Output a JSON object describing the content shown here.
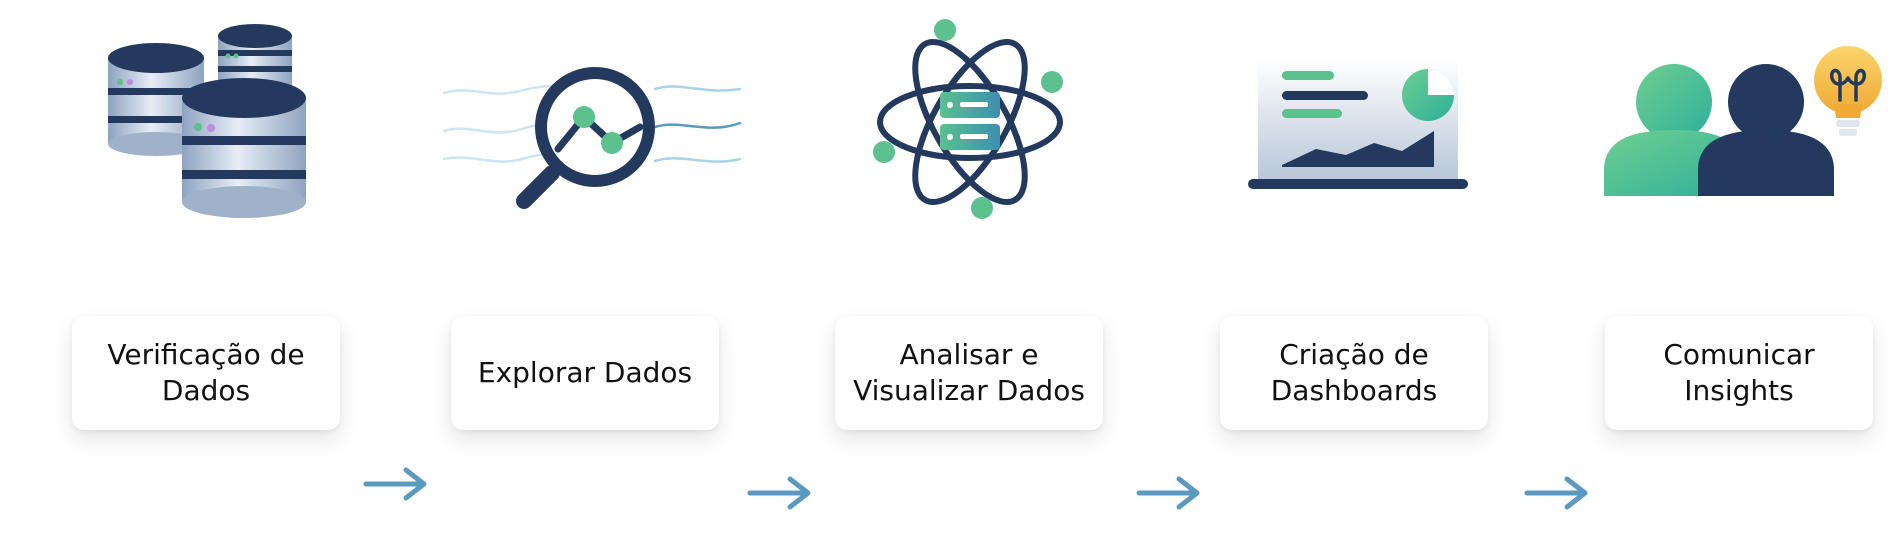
{
  "steps": [
    {
      "label": "Verificação de\nDados",
      "icon": "database-stack-icon"
    },
    {
      "label": "Explorar Dados",
      "icon": "magnifier-data-icon"
    },
    {
      "label": "Analisar e\nVisualizar Dados",
      "icon": "atom-server-icon"
    },
    {
      "label": "Criação de\nDashboards",
      "icon": "laptop-dashboard-icon"
    },
    {
      "label": "Comunicar\nInsights",
      "icon": "people-lightbulb-icon"
    }
  ],
  "colors": {
    "navy": "#233a5e",
    "green": "#5cc08f",
    "arrow": "#5b9ac0",
    "bulb": "#f5c242"
  }
}
